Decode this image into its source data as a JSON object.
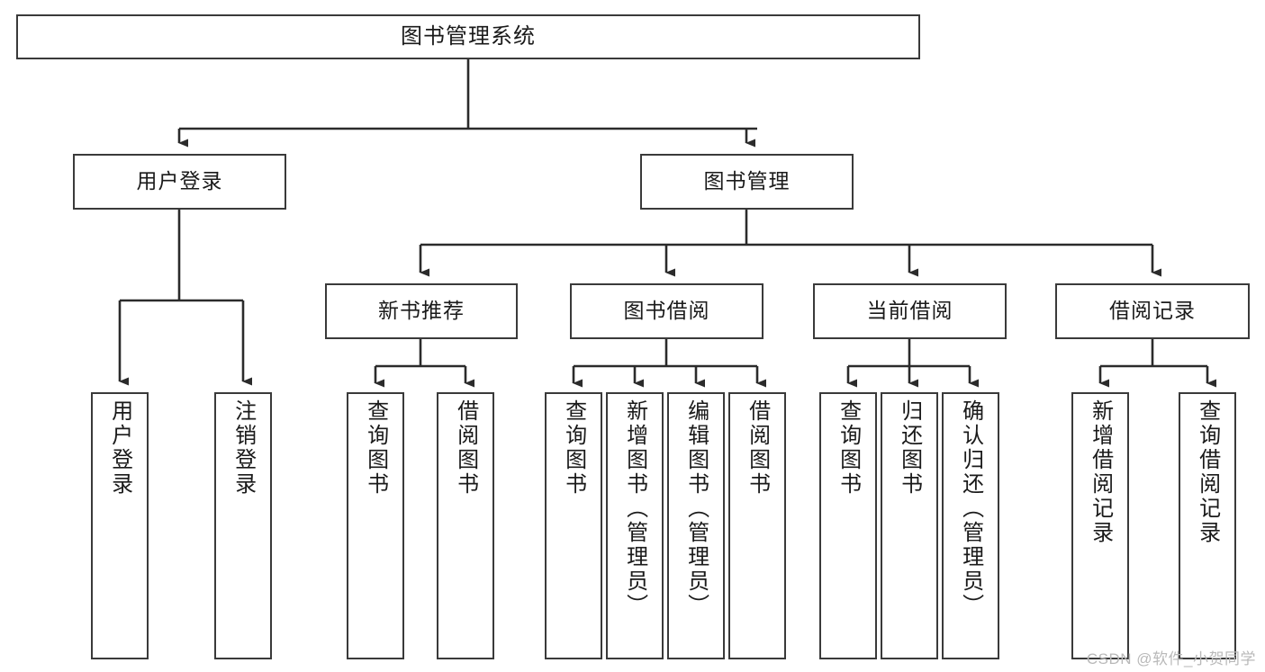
{
  "diagram": {
    "title": "图书管理系统",
    "type": "hierarchy-tree",
    "colors": {
      "box_border": "#3a3a3a",
      "box_fill": "#ffffff",
      "edge": "#2b2b2b",
      "text": "#1a1a1a",
      "watermark": "#b9b9b9"
    },
    "root": {
      "label": "图书管理系统"
    },
    "level2": [
      {
        "label": "用户登录"
      },
      {
        "label": "图书管理"
      }
    ],
    "level3": [
      {
        "label": "新书推荐"
      },
      {
        "label": "图书借阅"
      },
      {
        "label": "当前借阅"
      },
      {
        "label": "借阅记录"
      }
    ],
    "leaves": {
      "user_login": [
        {
          "label": "用户登录"
        },
        {
          "label": "注销登录"
        }
      ],
      "new_book_recommend": [
        {
          "label": "查询图书"
        },
        {
          "label": "借阅图书"
        }
      ],
      "book_borrow": [
        {
          "label": "查询图书"
        },
        {
          "label": "新增图书（管理员）"
        },
        {
          "label": "编辑图书（管理员）"
        },
        {
          "label": "借阅图书"
        }
      ],
      "current_borrow": [
        {
          "label": "查询图书"
        },
        {
          "label": "归还图书"
        },
        {
          "label": "确认归还（管理员）"
        }
      ],
      "borrow_record": [
        {
          "label": "新增借阅记录"
        },
        {
          "label": "查询借阅记录"
        }
      ]
    },
    "watermark": "CSDN @软件_小贺同学"
  }
}
